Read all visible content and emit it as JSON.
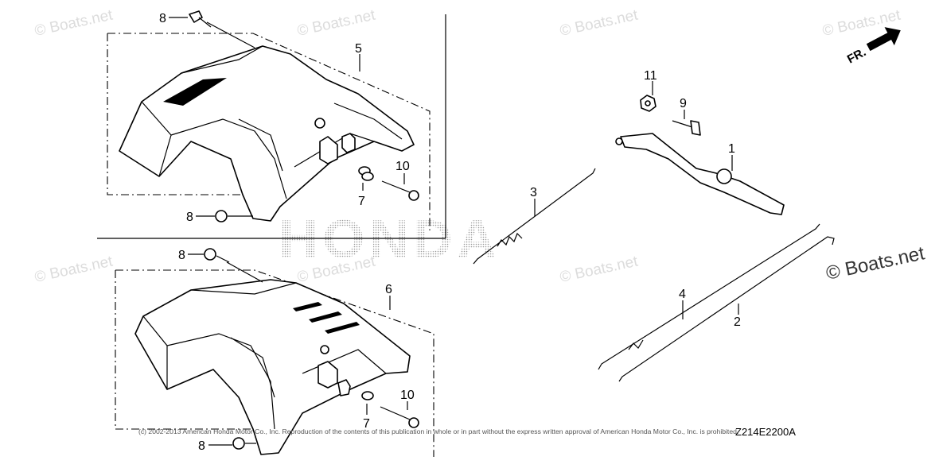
{
  "watermark": {
    "small": "© Boats.net",
    "large": "© Boats.net",
    "brand": "HONDA"
  },
  "direction_label": "FR.",
  "callouts": [
    "8",
    "5",
    "8",
    "7",
    "10",
    "8",
    "6",
    "10",
    "7",
    "8",
    "3",
    "11",
    "9",
    "1",
    "4",
    "2"
  ],
  "copyright": "(c) 2002-2013 American Honda Motor Co., Inc. Reproduction of the contents of this publication in whole or in part without the express written approval of American Honda Motor Co., Inc. is prohibited.",
  "diagram_code": "Z214E2200A"
}
